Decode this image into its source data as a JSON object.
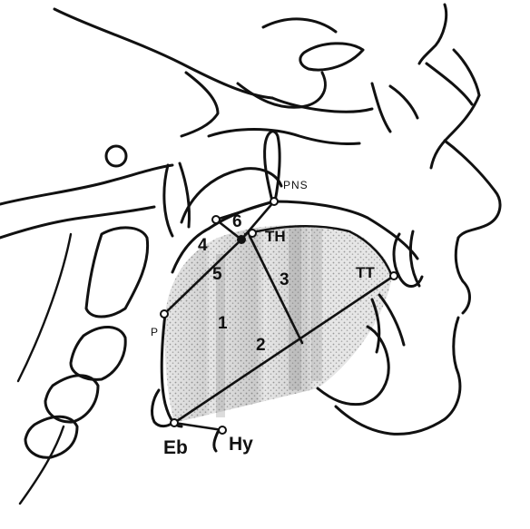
{
  "landmarks": {
    "pns": "PNS",
    "th": "TH",
    "tt": "TT",
    "p": "P",
    "eb": "Eb",
    "hy": "Hy"
  },
  "measurements": [
    "1",
    "2",
    "3",
    "4",
    "5",
    "6"
  ],
  "colors": {
    "line": "#111111",
    "tongue_shading": "#bdbdbd",
    "background": "#ffffff"
  }
}
